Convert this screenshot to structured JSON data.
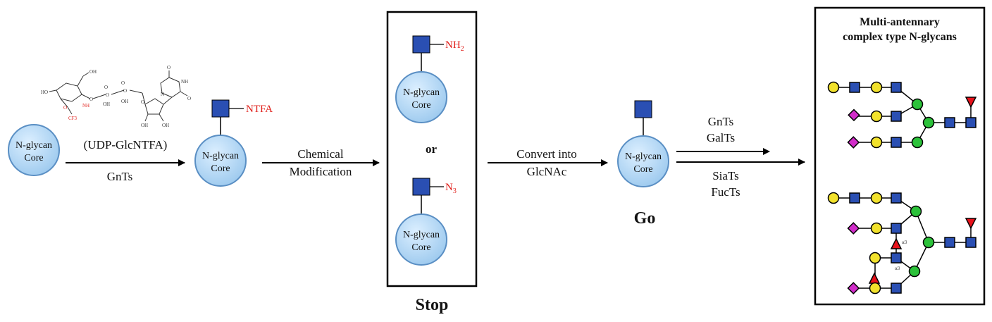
{
  "colors": {
    "glcnac": "#2a4fb3",
    "galactose": "#f2e22c",
    "mannose": "#2cc23a",
    "fucose": "#e8121b",
    "sialic_acid": "#d12cc9",
    "core_fill": "#a9d2f2",
    "core_stroke": "#5a8fc4",
    "highlight_text": "#e0201b"
  },
  "core_label": {
    "line1": "N-glycan",
    "line2": "Core"
  },
  "donor": {
    "label": "(UDP-GlcNTFA)",
    "atoms": [
      "OH",
      "HO",
      "NH",
      "O",
      "O",
      "O",
      "O",
      "O",
      "O",
      "OH",
      "OH",
      "OH",
      "OH",
      "NH",
      "O",
      "O",
      "N",
      "O",
      "CF3"
    ]
  },
  "step1": {
    "arrow_label": "GnTs",
    "tag": "NTFA"
  },
  "step2": {
    "arrow_label_1": "Chemical",
    "arrow_label_2": "Modification"
  },
  "stop_box": {
    "top_tag": "NH2",
    "top_tag_main": "NH",
    "top_tag_sub": "2",
    "separator": "or",
    "bottom_tag_main": "N",
    "bottom_tag_sub": "3",
    "caption": "Stop"
  },
  "step3": {
    "arrow_label_1": "Convert into",
    "arrow_label_2": "GlcNAc"
  },
  "go": {
    "caption": "Go"
  },
  "step4": {
    "enzymes_top": [
      "GnTs",
      "GalTs"
    ],
    "enzymes_bottom": [
      "SiaTs",
      "FucTs"
    ]
  },
  "product_box": {
    "title_1": "Multi-antennary",
    "title_2": "complex type N-glycans",
    "linkage_1": "α3",
    "linkage_2": "α3"
  }
}
